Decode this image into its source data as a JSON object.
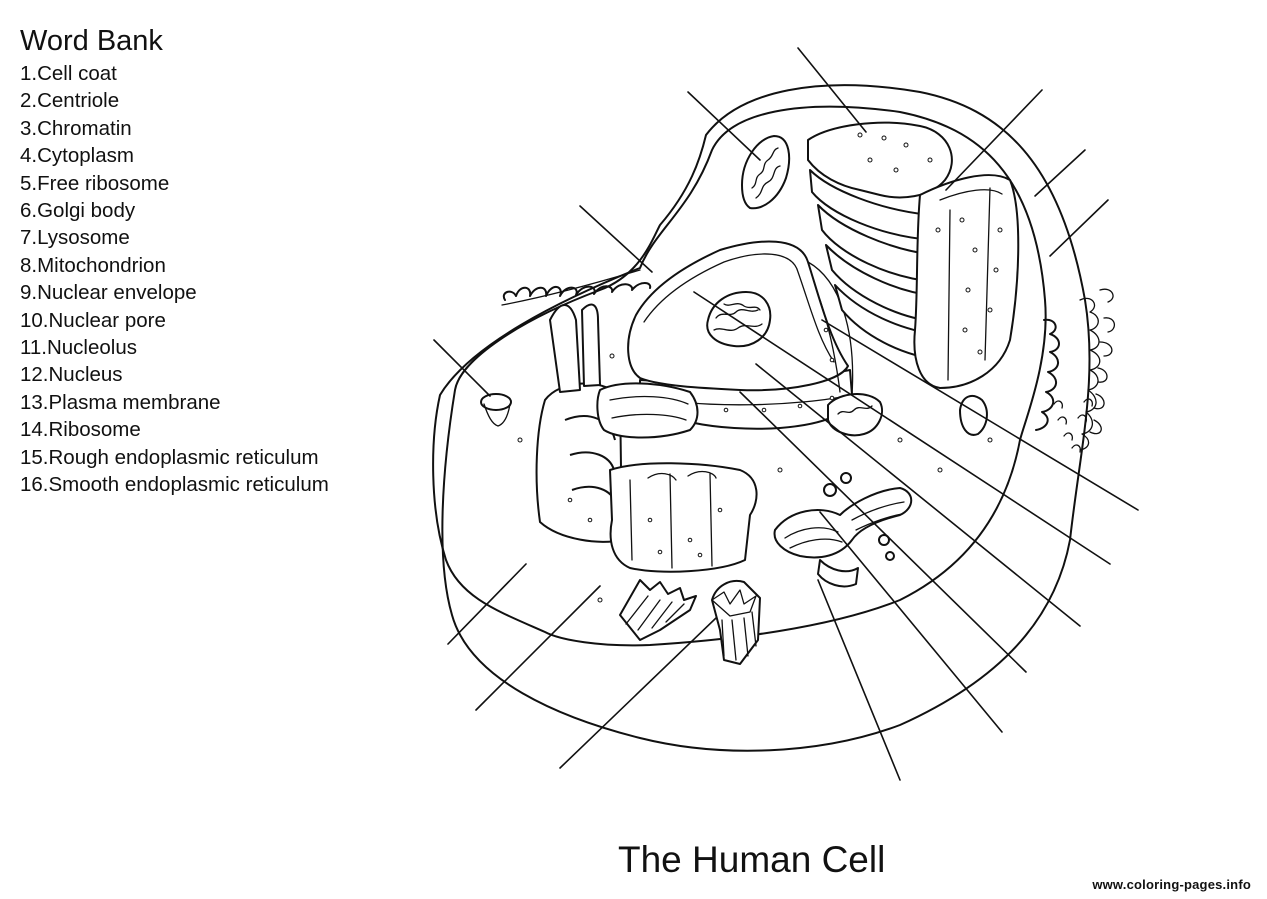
{
  "word_bank": {
    "title": "Word Bank",
    "items": [
      "1.Cell coat",
      "2.Centriole",
      "3.Chromatin",
      "4.Cytoplasm",
      "5.Free ribosome",
      "6.Golgi body",
      "7.Lysosome",
      "8.Mitochondrion",
      "9.Nuclear envelope",
      "10.Nuclear pore",
      "11.Nucleolus",
      "12.Nucleus",
      "13.Plasma membrane",
      "14.Ribosome",
      "15.Rough endoplasmic reticulum",
      "16.Smooth endoplasmic reticulum"
    ]
  },
  "diagram": {
    "title": "The Human Cell",
    "leader_line_count": 16
  },
  "watermark": "www.coloring-pages.info"
}
